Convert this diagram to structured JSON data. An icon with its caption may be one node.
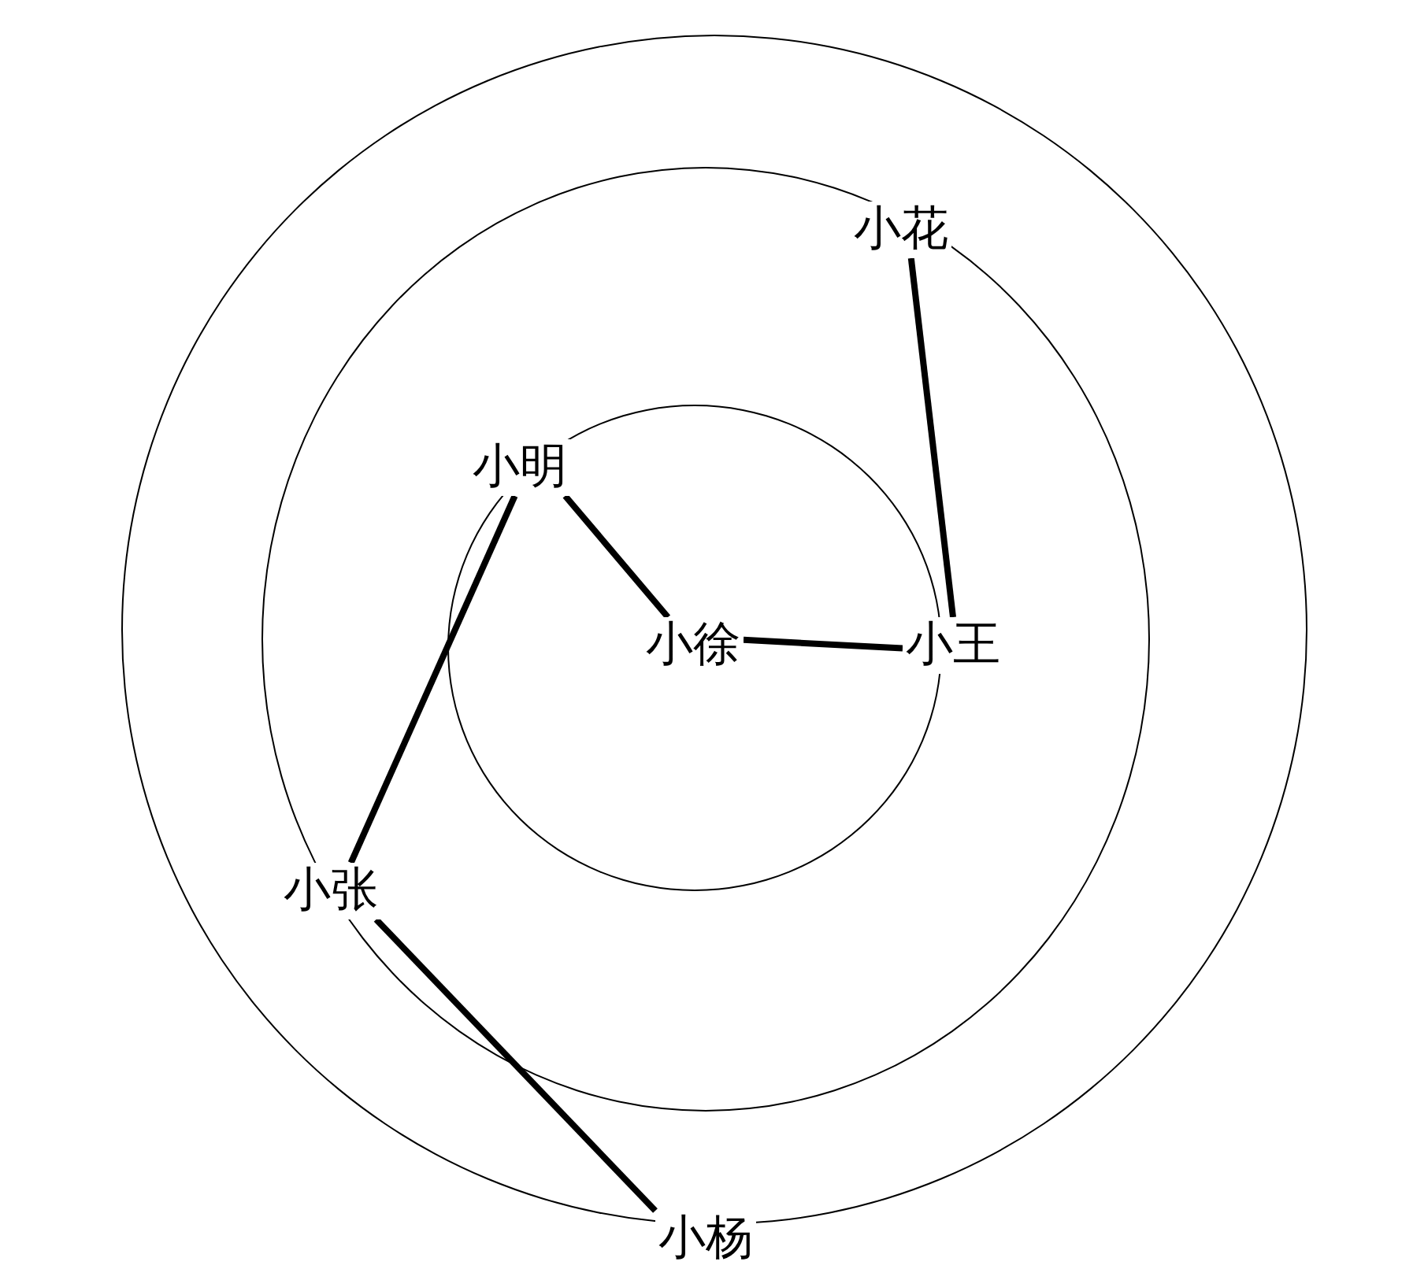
{
  "diagram": {
    "nodes": [
      {
        "text": [],
        "shape": "circle"
      },
      {
        "text": [],
        "shape": "circle",
        "in": 0
      },
      {
        "text": [
          "小花"
        ],
        "in": 1
      },
      {
        "text": [],
        "shape": "circle",
        "in": 1
      },
      {
        "text": [
          "小明"
        ],
        "in": 3
      },
      {
        "text": [
          "小徐"
        ],
        "in": 3
      },
      {
        "text": [
          "小王"
        ],
        "in": 1
      },
      {
        "text": [
          "小张"
        ],
        "in": 1
      },
      {
        "text": [
          "小杨"
        ]
      }
    ],
    "edges": [
      {
        "from": 2,
        "to": 6,
        "arrow": "none"
      },
      {
        "from": 4,
        "to": 5,
        "arrow": "none"
      },
      {
        "from": 5,
        "to": 6,
        "arrow": "none"
      },
      {
        "from": 4,
        "to": 7,
        "arrow": "none"
      },
      {
        "from": 7,
        "to": 8,
        "arrow": "none"
      }
    ]
  }
}
